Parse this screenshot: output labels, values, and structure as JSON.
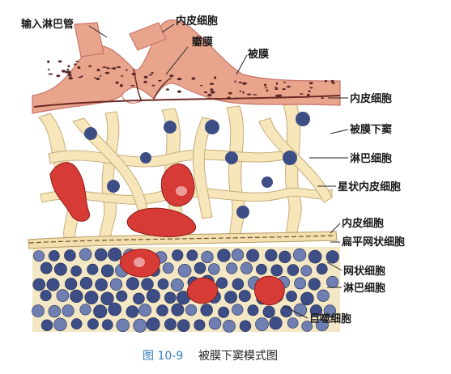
{
  "labels": {
    "input_lymph_vessel": "输入淋巴管",
    "endothelium_top": "内皮细胞",
    "valve": "瓣膜",
    "capsule": "被膜",
    "endothelium_right": "内皮细胞",
    "subcapsular_sinus": "被膜下窦",
    "lymphocyte_right": "淋巴细胞",
    "stellate_endothelium": "星状内皮细胞",
    "endothelium_lower": "内皮细胞",
    "flat_reticular_cell": "扁平网状细胞",
    "reticular_cell": "网状细胞",
    "lymphocyte_lower": "淋巴细胞",
    "macrophage": "巨噬细胞"
  },
  "caption": {
    "number": "图 10-9",
    "title": "被膜下窦模式图"
  },
  "colors": {
    "capsule": "#e9a58c",
    "capsule_edge": "#c9736a",
    "sinus_bg": "#ffffff",
    "reticular_fiber": "#f7e6b9",
    "reticular_edge": "#c6ac79",
    "lymphocyte": "#3d4e86",
    "lymphocyte_light": "#6f7fb1",
    "macrophage": "#d73b36",
    "caption_blue": "#2f7fc2"
  }
}
